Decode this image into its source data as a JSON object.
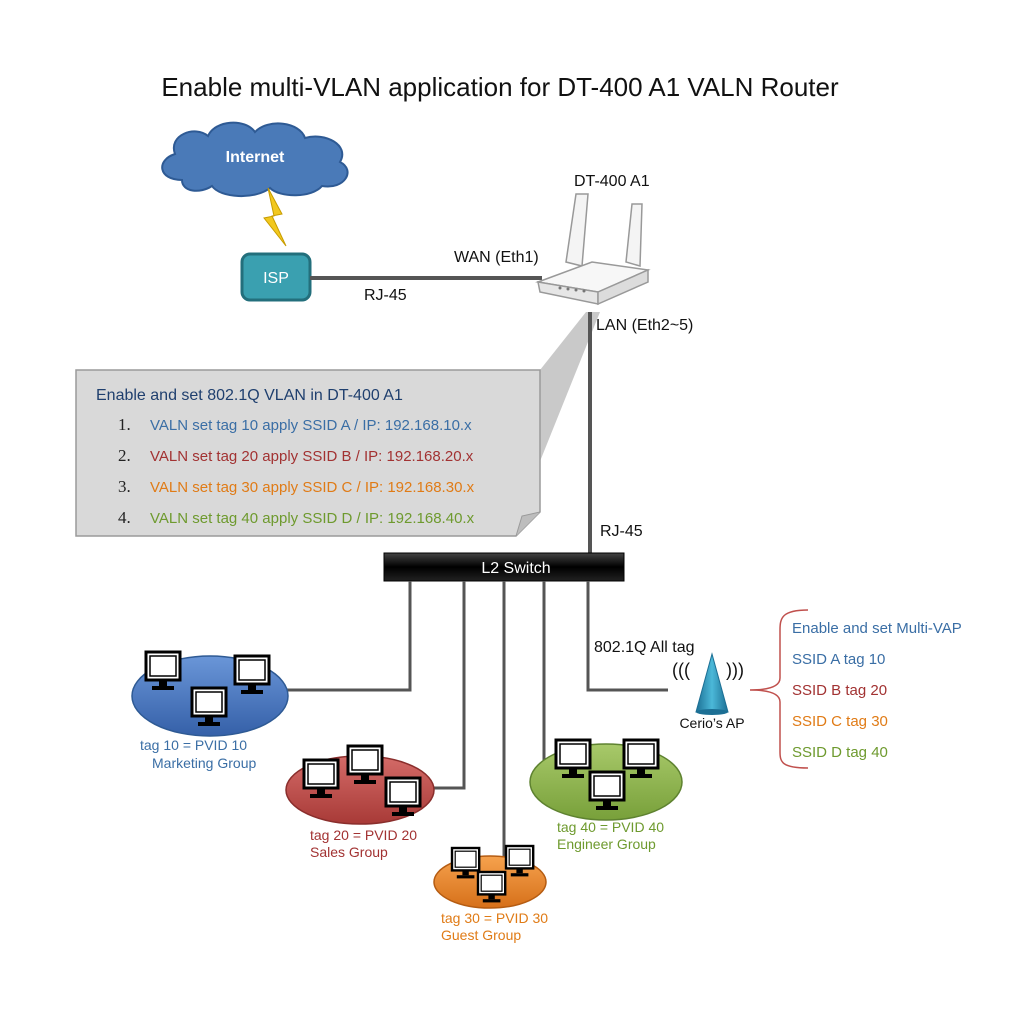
{
  "title": "Enable multi-VLAN application for DT-400 A1 VALN Router",
  "cloud": {
    "label": "Internet"
  },
  "isp": {
    "label": "ISP"
  },
  "router": {
    "name": "DT-400 A1",
    "wan_label": "WAN (Eth1)",
    "lan_label": "LAN (Eth2~5)"
  },
  "links": {
    "isp_router_cable": "RJ-45",
    "router_switch_cable": "RJ-45",
    "ap_uplink": "802.1Q All tag"
  },
  "config_box": {
    "title": "Enable and set 802.1Q VLAN in DT-400 A1",
    "items": [
      {
        "num": "1.",
        "text": "VALN set tag 10 apply SSID A / IP: 192.168.10.x",
        "color": "#3a6ea5"
      },
      {
        "num": "2.",
        "text": "VALN set tag 20 apply SSID B / IP: 192.168.20.x",
        "color": "#a23232"
      },
      {
        "num": "3.",
        "text": "VALN set tag 30 apply SSID C / IP: 192.168.30.x",
        "color": "#e07b16"
      },
      {
        "num": "4.",
        "text": "VALN set tag 40 apply SSID D / IP: 192.168.40.x",
        "color": "#6e9a2e"
      }
    ]
  },
  "switch": {
    "label": "L2 Switch"
  },
  "ap": {
    "label": "Cerio’s AP",
    "wave_left": "(((",
    "wave_right": ")))"
  },
  "vap_box": {
    "title": "Enable and set Multi-VAP",
    "items": [
      {
        "text": "SSID A tag 10",
        "color": "#3a6ea5"
      },
      {
        "text": "SSID B tag 20",
        "color": "#a23232"
      },
      {
        "text": "SSID C tag 30",
        "color": "#e07b16"
      },
      {
        "text": "SSID D tag 40",
        "color": "#6e9a2e"
      }
    ]
  },
  "groups": [
    {
      "line1": "tag 10 = PVID 10",
      "line2": "Marketing Group",
      "color": "#3a6ea5"
    },
    {
      "line1": "tag 20 = PVID 20",
      "line2": "Sales Group",
      "color": "#a23232"
    },
    {
      "line1": "tag 30 = PVID 30",
      "line2": "Guest Group",
      "color": "#e07b16"
    },
    {
      "line1": "tag 40 = PVID 40",
      "line2": "Engineer Group",
      "color": "#6e9a2e"
    }
  ],
  "colors": {
    "cloud_fill": "#4a7ab8",
    "isp_fill": "#3aa0b0",
    "lightning": "#f2c81e",
    "cable": "#555555",
    "switch_fill": "#111111",
    "ap_fill": "#2a8fb0",
    "vap_bracket": "#c0504d",
    "config_box_fill": "#d9d9d9",
    "blue_group": "#4472c4",
    "red_group": "#c0504d",
    "orange_group": "#f08a2c",
    "green_group": "#8cb44a"
  }
}
